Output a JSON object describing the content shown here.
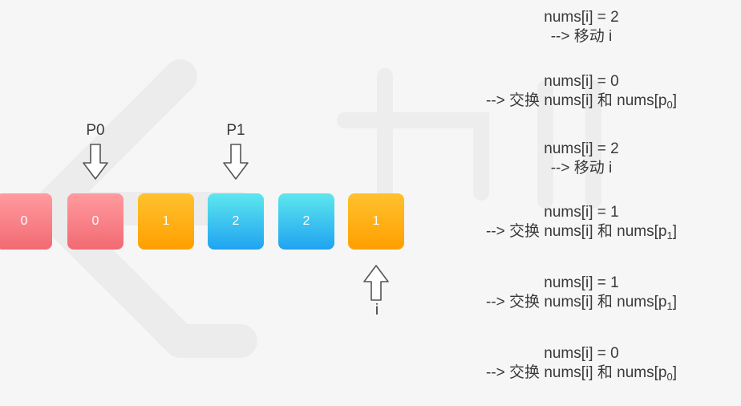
{
  "boxes": [
    {
      "value": "0",
      "color": "red"
    },
    {
      "value": "0",
      "color": "red"
    },
    {
      "value": "1",
      "color": "orange"
    },
    {
      "value": "2",
      "color": "blue"
    },
    {
      "value": "2",
      "color": "blue"
    },
    {
      "value": "1",
      "color": "orange"
    }
  ],
  "pointers": {
    "p0_label": "P0",
    "p1_label": "P1",
    "i_label": "i"
  },
  "annotations": [
    {
      "line1": "nums[i] = 2",
      "line2_prefix": "--> 移动 i",
      "line2_sub": ""
    },
    {
      "line1": "nums[i] = 0",
      "line2_prefix": "--> 交换 nums[i] 和 nums[p",
      "line2_sub": "0",
      "line2_suffix": "]"
    },
    {
      "line1": "nums[i] = 2",
      "line2_prefix": "--> 移动 i",
      "line2_sub": ""
    },
    {
      "line1": "nums[i] = 1",
      "line2_prefix": "--> 交换 nums[i] 和 nums[p",
      "line2_sub": "1",
      "line2_suffix": "]"
    },
    {
      "line1": "nums[i] = 1",
      "line2_prefix": "--> 交换 nums[i] 和 nums[p",
      "line2_sub": "1",
      "line2_suffix": "]"
    },
    {
      "line1": "nums[i] = 0",
      "line2_prefix": "--> 交换 nums[i] 和 nums[p",
      "line2_sub": "0",
      "line2_suffix": "]"
    }
  ],
  "colors": {
    "red": "#f26a72",
    "orange": "#ff9f00",
    "blue": "#1fa3f0",
    "arrow_stroke": "#555555"
  },
  "icons": {
    "watermark": "leetcode-logo-icon",
    "down_arrow": "down-arrow-icon",
    "up_arrow": "up-arrow-icon"
  }
}
